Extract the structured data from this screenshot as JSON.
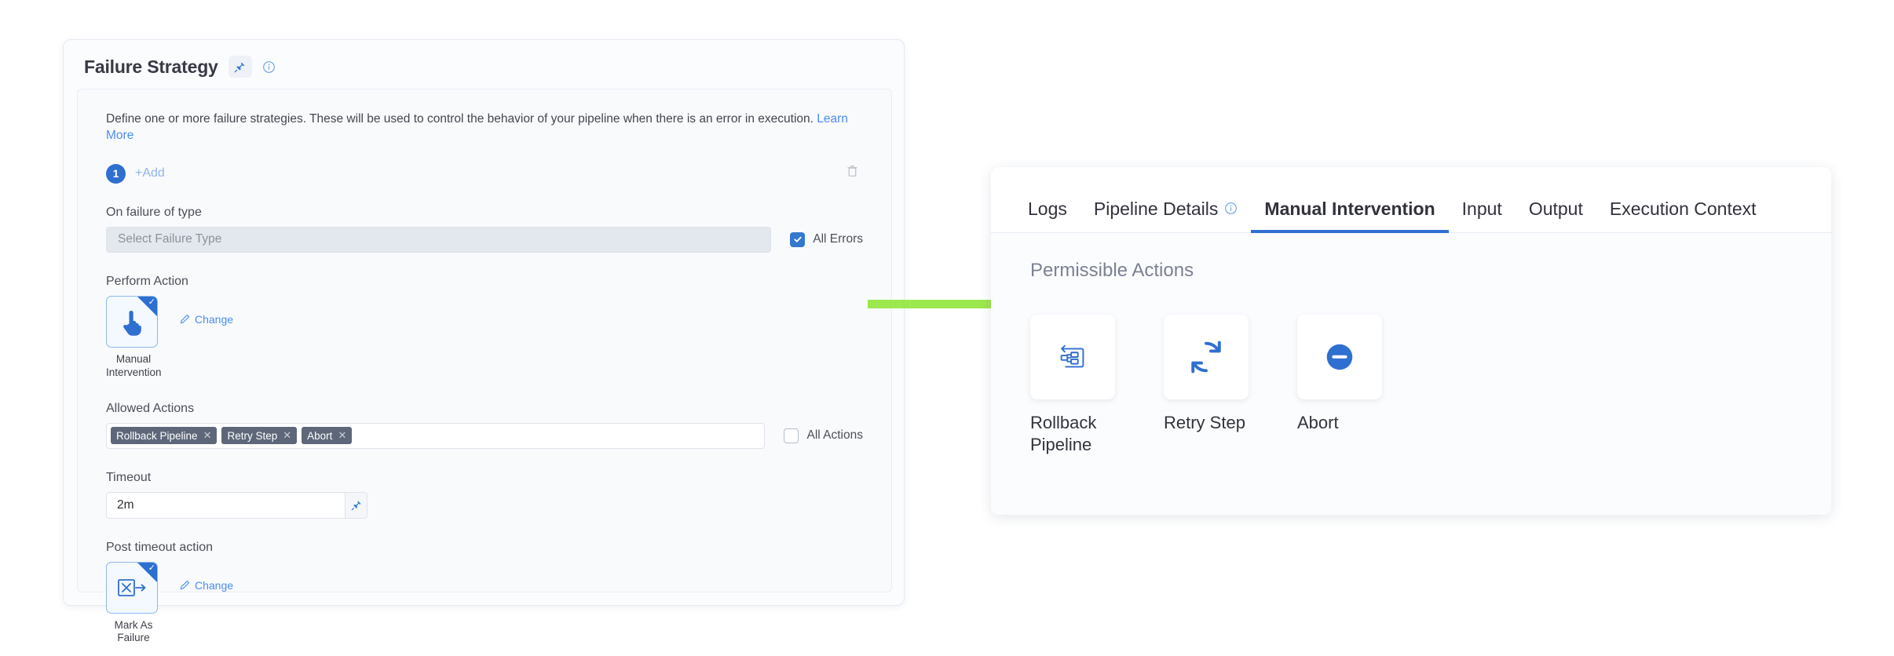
{
  "left_panel": {
    "title": "Failure Strategy",
    "pin_icon": "pin-icon",
    "info_icon": "info-circle-icon",
    "description": "Define one or more failure strategies. These will be used to control the behavior of your pipeline when there is an error in execution.",
    "learn_more": "Learn More",
    "strategy_index": "1",
    "add_label": "+Add",
    "delete_icon": "trash-icon",
    "on_failure_of_type": {
      "label": "On failure of type",
      "placeholder": "Select Failure Type",
      "value": "",
      "checkbox_label": "All Errors",
      "checkbox_checked": true
    },
    "perform_action": {
      "label": "Perform Action",
      "card_name": "Manual Intervention",
      "card_icon": "hand-pointer-icon",
      "selected": true,
      "change_label": "Change",
      "change_icon": "pencil-icon"
    },
    "allowed_actions": {
      "label": "Allowed Actions",
      "tags": [
        "Rollback Pipeline",
        "Retry Step",
        "Abort"
      ],
      "remove_icon": "close-x-icon",
      "checkbox_label": "All Actions",
      "checkbox_checked": false
    },
    "timeout": {
      "label": "Timeout",
      "value": "2m",
      "pin_icon": "pin-icon"
    },
    "post_timeout_action": {
      "label": "Post timeout action",
      "card_name": "Mark As Failure",
      "card_icon": "mark-as-failure-icon",
      "selected": true,
      "change_label": "Change",
      "change_icon": "pencil-icon"
    }
  },
  "arrow": {
    "name": "green-arrow",
    "color": "#9be84f"
  },
  "right_panel": {
    "tabs": [
      {
        "label": "Logs",
        "active": false,
        "info_icon": false
      },
      {
        "label": "Pipeline Details",
        "active": false,
        "info_icon": true
      },
      {
        "label": "Manual Intervention",
        "active": true,
        "info_icon": false
      },
      {
        "label": "Input",
        "active": false,
        "info_icon": false
      },
      {
        "label": "Output",
        "active": false,
        "info_icon": false
      },
      {
        "label": "Execution Context",
        "active": false,
        "info_icon": false
      }
    ],
    "section_title": "Permissible Actions",
    "actions": [
      {
        "label": "Rollback Pipeline",
        "icon": "rollback-pipeline-icon"
      },
      {
        "label": "Retry Step",
        "icon": "retry-refresh-icon"
      },
      {
        "label": "Abort",
        "icon": "abort-minus-circle-icon"
      }
    ]
  },
  "colors": {
    "accent_blue": "#2f6fd0",
    "link_blue": "#4b8cf0",
    "tag_gray": "#5d6779",
    "arrow_green": "#9be84f"
  }
}
